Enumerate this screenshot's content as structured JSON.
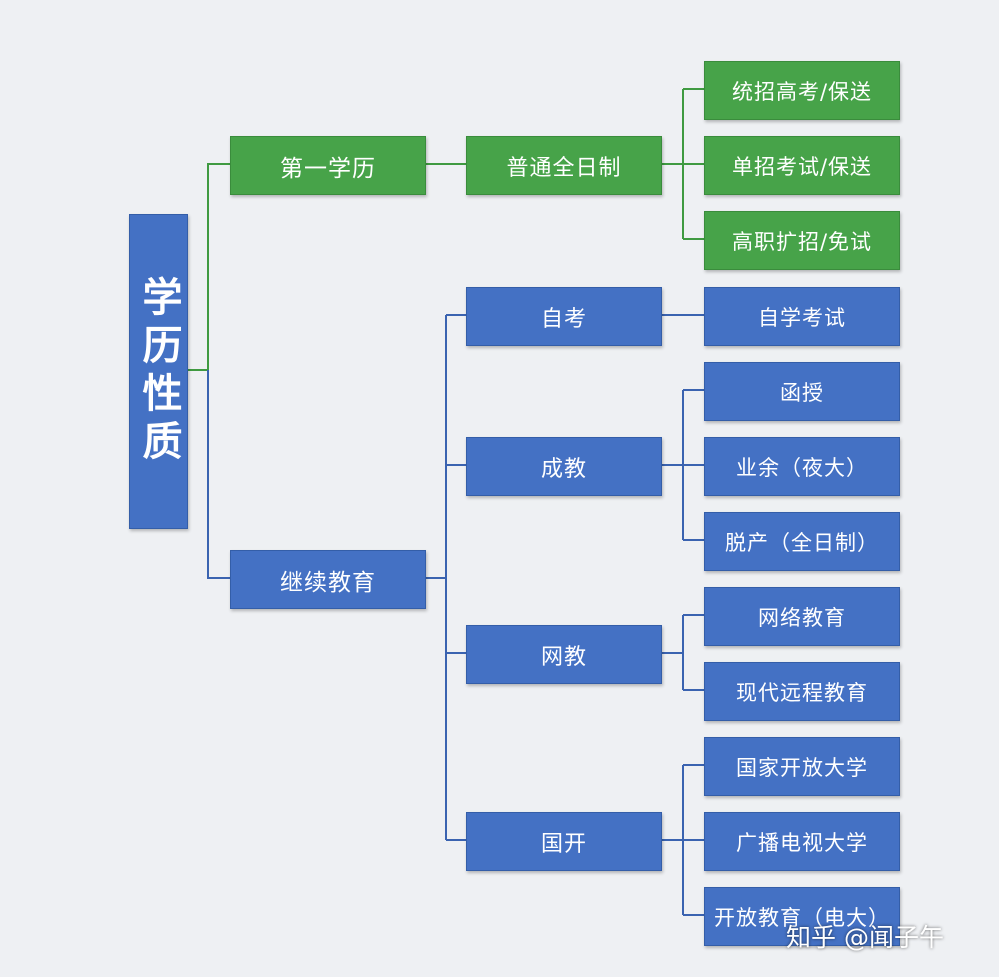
{
  "diagram": {
    "root": "学历性质",
    "branches": [
      {
        "label": "第一学历",
        "children": [
          {
            "label": "普通全日制",
            "children": [
              "统招高考/保送",
              "单招考试/保送",
              "高职扩招/免试"
            ]
          }
        ]
      },
      {
        "label": "继续教育",
        "children": [
          {
            "label": "自考",
            "children": [
              "自学考试"
            ]
          },
          {
            "label": "成教",
            "children": [
              "函授",
              "业余（夜大）",
              "脱产（全日制）"
            ]
          },
          {
            "label": "网教",
            "children": [
              "网络教育",
              "现代远程教育"
            ]
          },
          {
            "label": "国开",
            "children": [
              "国家开放大学",
              "广播电视大学",
              "开放教育（电大）"
            ]
          }
        ]
      }
    ]
  },
  "colors": {
    "first_degree": "#47a349",
    "continuing_education": "#4471c4",
    "connector_green": "#3f9a41",
    "connector_blue": "#3a63b0"
  },
  "watermark": "知乎 @闻子午"
}
